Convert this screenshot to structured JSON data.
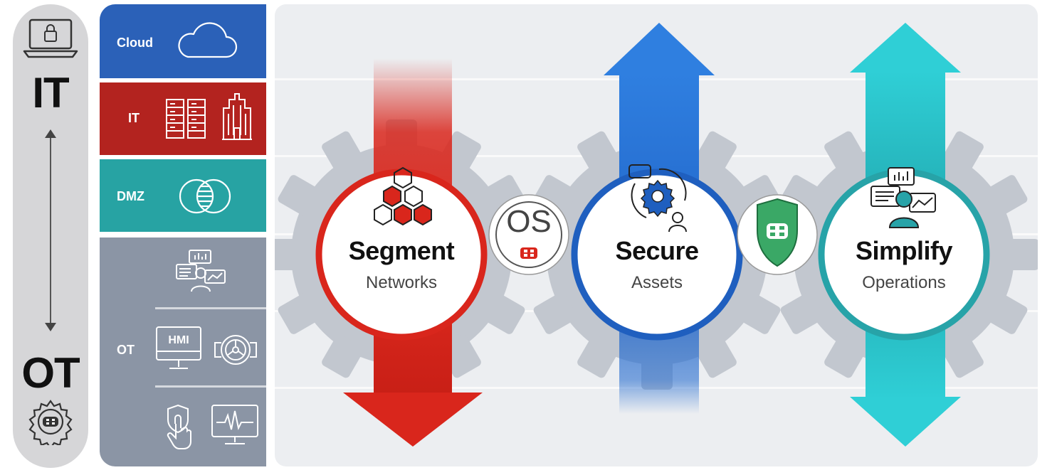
{
  "axis": {
    "top_label": "IT",
    "bottom_label": "OT",
    "top_icon": "laptop-lock-icon",
    "bottom_icon": "fortinet-gear-icon"
  },
  "zones": [
    {
      "label": "Cloud",
      "color": "#2b61b8",
      "icons": [
        "cloud-icon"
      ]
    },
    {
      "label": "IT",
      "color": "#b3231f",
      "icons": [
        "server-rack-icon",
        "office-building-icon"
      ]
    },
    {
      "label": "DMZ",
      "color": "#27a3a3",
      "icons": [
        "venn-overlap-icon"
      ]
    },
    {
      "label": "OT",
      "color": "#8b95a5",
      "icons": [
        "operator-dashboard-icon",
        "hmi-monitor-icon",
        "valve-icon",
        "biometric-touch-icon",
        "ecg-monitor-icon"
      ],
      "hmi_text": "HMI"
    }
  ],
  "pillars": [
    {
      "title": "Segment",
      "subtitle": "Networks",
      "color": "#d9261c",
      "arrow_direction": "down",
      "icon": "hexagon-segments-icon"
    },
    {
      "title": "Secure",
      "subtitle": "Assets",
      "color": "#1f5fbf",
      "arrow_direction": "up",
      "icon": "asset-gear-user-icon"
    },
    {
      "title": "Simplify",
      "subtitle": "Operations",
      "color": "#27a3a8",
      "arrow_direction": "both",
      "icon": "operations-dashboard-icon"
    }
  ],
  "connectors": [
    {
      "label": "OS",
      "icon": "fortinet-logo-icon",
      "accent": "#d9261c"
    },
    {
      "icon": "fortinet-shield-icon",
      "accent": "#3aa866"
    }
  ]
}
